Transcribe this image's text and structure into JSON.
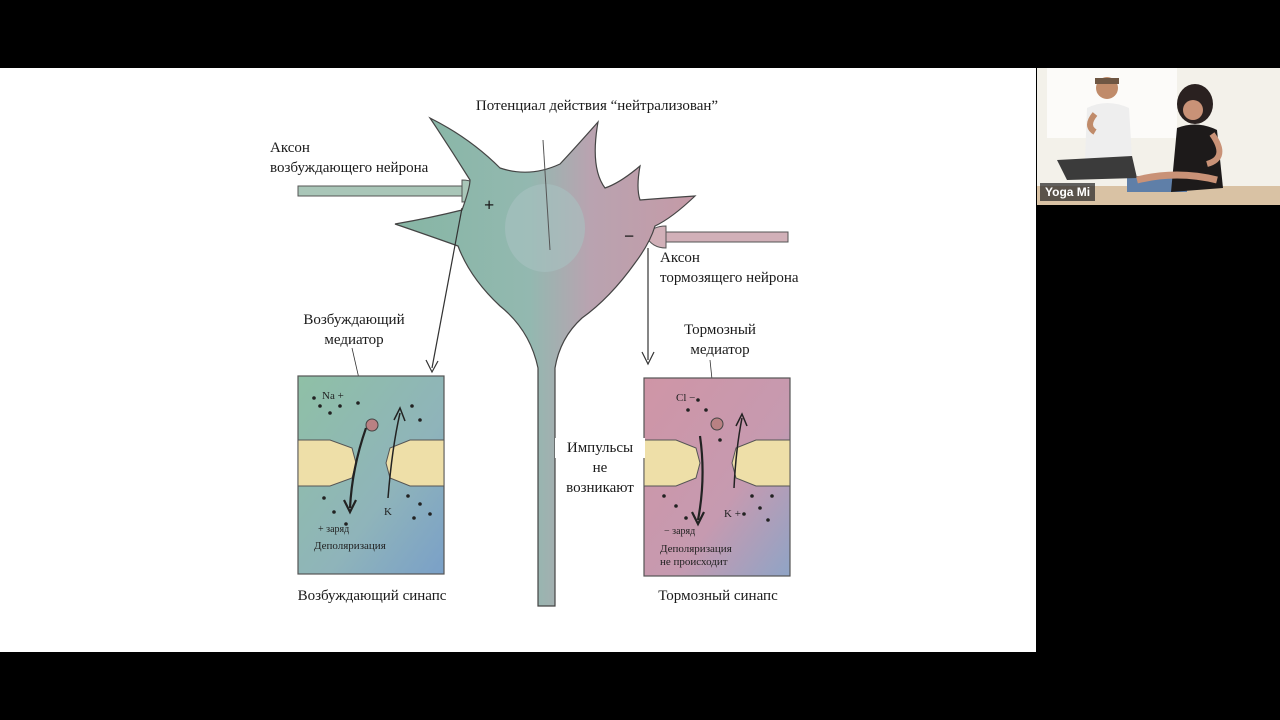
{
  "colors": {
    "background": "#000000",
    "slide": "#ffffff",
    "excitatory": "#8fb8a4",
    "inhibitory": "#c99aa6"
  },
  "slide": {
    "title": "Потенциал действия “нейтрализован”",
    "axon_excitatory": [
      "Аксон",
      "возбуждающего нейрона"
    ],
    "axon_inhibitory": [
      "Аксон",
      "тормозящего нейрона"
    ],
    "mediator_excitatory": [
      "Возбуждающий",
      "медиатор"
    ],
    "mediator_inhibitory": [
      "Тормозный",
      "медиатор"
    ],
    "impulses": [
      "Импульсы",
      "не",
      "возникают"
    ],
    "plus_sign": "+",
    "minus_sign": "−",
    "synapse_excitatory": {
      "caption": "Возбуждающий синапс",
      "ion_top": "Na +",
      "ion_bottom": "K",
      "charge": "+ заряд",
      "process": "Деполяризация"
    },
    "synapse_inhibitory": {
      "caption": "Тормозный синапс",
      "ion_top": "Cl −",
      "ion_bottom": "K +",
      "charge": "− заряд",
      "process": [
        "Деполяризация",
        "не происходит"
      ]
    }
  },
  "video": {
    "participant_name": "Yoga Mi"
  }
}
